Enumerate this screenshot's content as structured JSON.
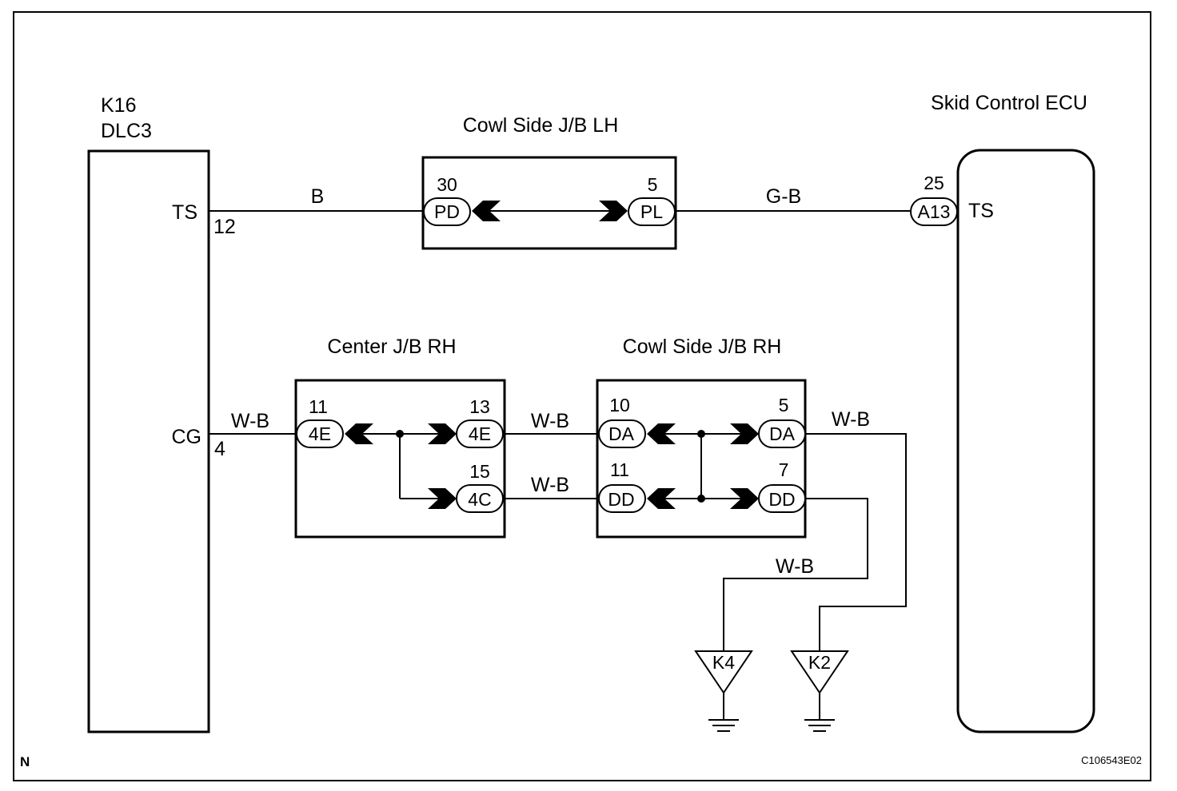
{
  "diagram": {
    "corner_label": "N",
    "figure_id": "C106543E02",
    "ground_symbols": [
      "ground-icon",
      "ground-icon"
    ],
    "components": {
      "dlc3": {
        "code": "K16",
        "name": "DLC3",
        "terminals": {
          "ts": "TS",
          "cg": "CG"
        },
        "pins": {
          "ts": "12",
          "cg": "4"
        }
      },
      "skid_ecu": {
        "name": "Skid Control ECU",
        "terminal": "TS"
      },
      "cowl_lh": {
        "name": "Cowl Side J/B LH"
      },
      "center_rh": {
        "name": "Center J/B RH"
      },
      "cowl_rh": {
        "name": "Cowl Side J/B RH"
      }
    },
    "connectors": {
      "pd": {
        "label": "PD",
        "pin": "30"
      },
      "pl": {
        "label": "PL",
        "pin": "5"
      },
      "a13": {
        "label": "A13",
        "pin": "25"
      },
      "c4e_in": {
        "label": "4E",
        "pin": "11"
      },
      "c4e_out": {
        "label": "4E",
        "pin": "13"
      },
      "c4c_out": {
        "label": "4C",
        "pin": "15"
      },
      "da_in": {
        "label": "DA",
        "pin": "10"
      },
      "da_out": {
        "label": "DA",
        "pin": "5"
      },
      "dd_in": {
        "label": "DD",
        "pin": "11"
      },
      "dd_out": {
        "label": "DD",
        "pin": "7"
      }
    },
    "wires": {
      "ts_to_pd": "B",
      "pl_to_a13": "G-B",
      "cg_to_4e": "W-B",
      "4e_to_da": "W-B",
      "4c_to_dd": "W-B",
      "da_to_k2": "W-B",
      "dd_to_k4": "W-B"
    },
    "grounds": {
      "k4": "K4",
      "k2": "K2"
    }
  }
}
